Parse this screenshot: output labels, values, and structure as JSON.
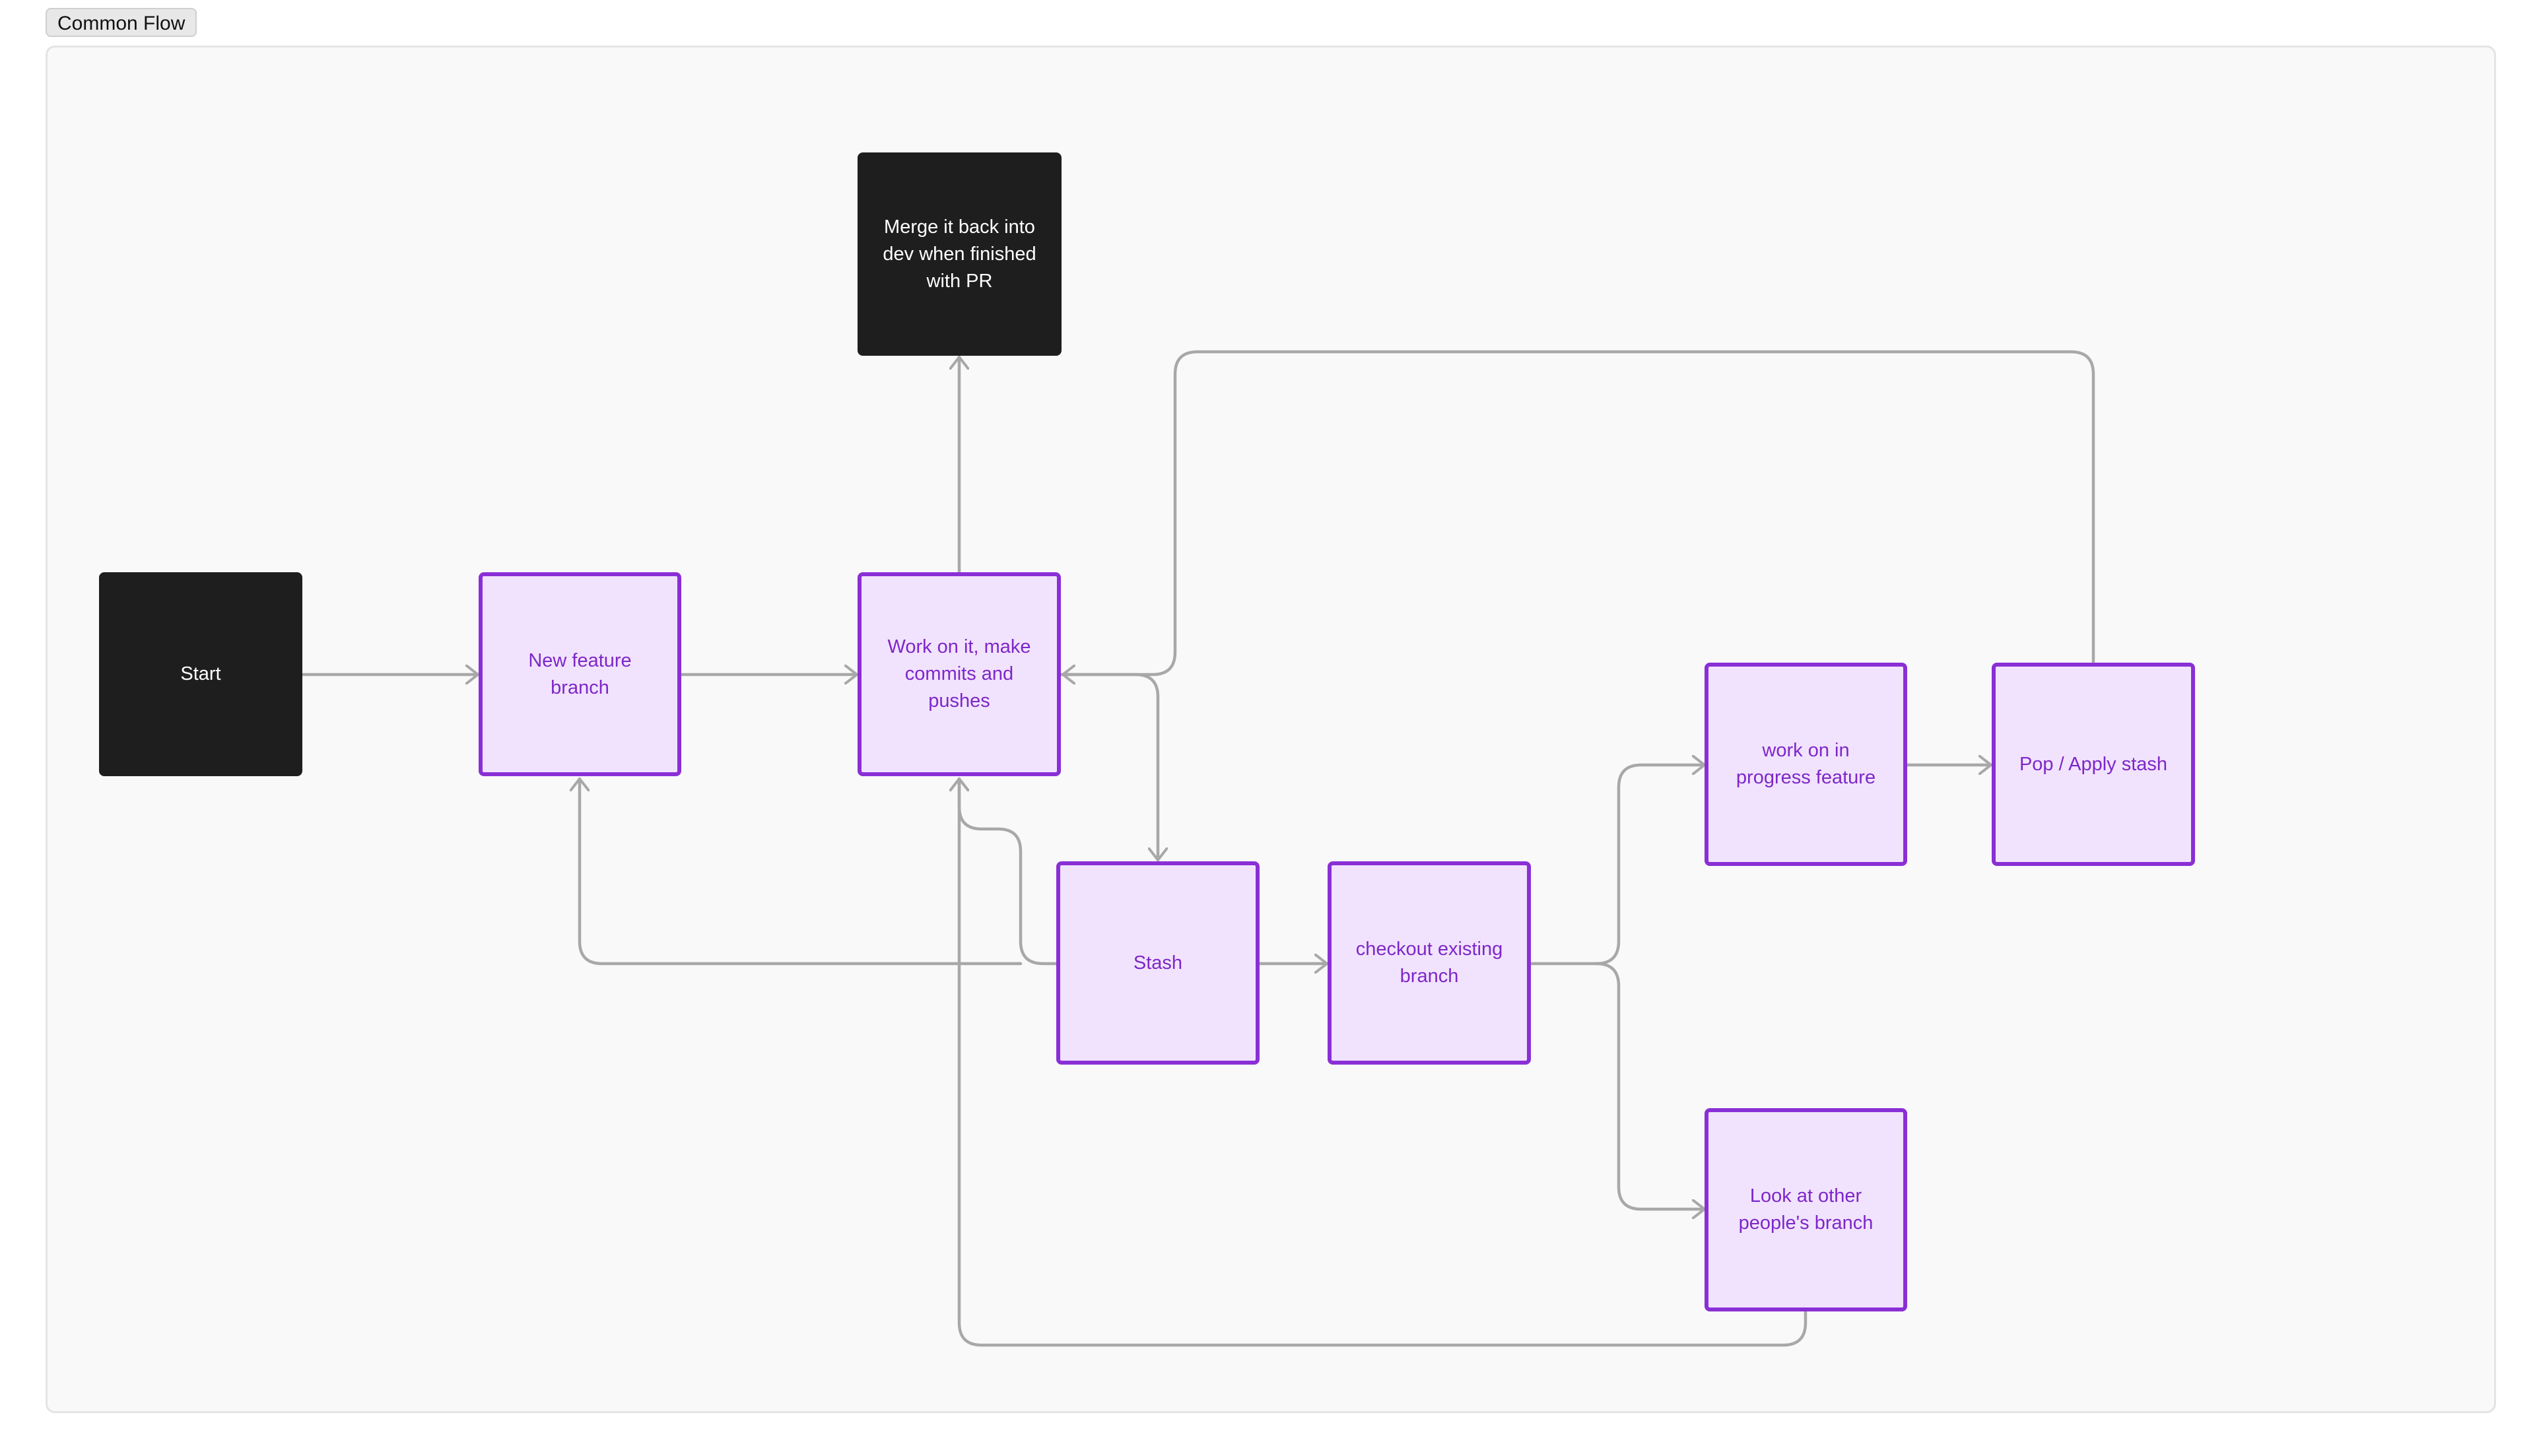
{
  "frame": {
    "label": "Common Flow"
  },
  "colors": {
    "dark_node": "#1e1e1e",
    "purple_fill": "#f1e3fd",
    "purple_border": "#8a2fd6",
    "purple_text": "#7e27c9",
    "connector": "#a8a8a8",
    "canvas": "#f9f9f9"
  },
  "nodes": {
    "start": {
      "label": "Start"
    },
    "merge": {
      "label": "Merge it back into dev when finished with PR"
    },
    "new_feature": {
      "label": "New feature branch"
    },
    "work_on_it": {
      "label": "Work on it, make commits and pushes"
    },
    "stash": {
      "label": "Stash"
    },
    "checkout": {
      "label": "checkout existing branch"
    },
    "work_in_progress": {
      "label": "work on in progress feature"
    },
    "pop_apply": {
      "label": "Pop / Apply stash"
    },
    "look_other": {
      "label": "Look at other people's branch"
    }
  },
  "edges": [
    {
      "from": "Start",
      "to": "New feature branch"
    },
    {
      "from": "New feature branch",
      "to": "Work on it, make commits and pushes"
    },
    {
      "from": "Work on it, make commits and pushes",
      "to": "Merge it back into dev when finished with PR"
    },
    {
      "from": "Work on it, make commits and pushes",
      "to": "Stash"
    },
    {
      "from": "Stash",
      "to": "Work on it, make commits and pushes"
    },
    {
      "from": "Stash",
      "to": "New feature branch"
    },
    {
      "from": "Stash",
      "to": "checkout existing branch"
    },
    {
      "from": "checkout existing branch",
      "to": "work on in progress feature"
    },
    {
      "from": "checkout existing branch",
      "to": "Look at other people's branch"
    },
    {
      "from": "work on in progress feature",
      "to": "Pop / Apply stash"
    },
    {
      "from": "Pop / Apply stash",
      "to": "Work on it, make commits and pushes"
    },
    {
      "from": "Look at other people's branch",
      "to": "Work on it, make commits and pushes"
    }
  ]
}
